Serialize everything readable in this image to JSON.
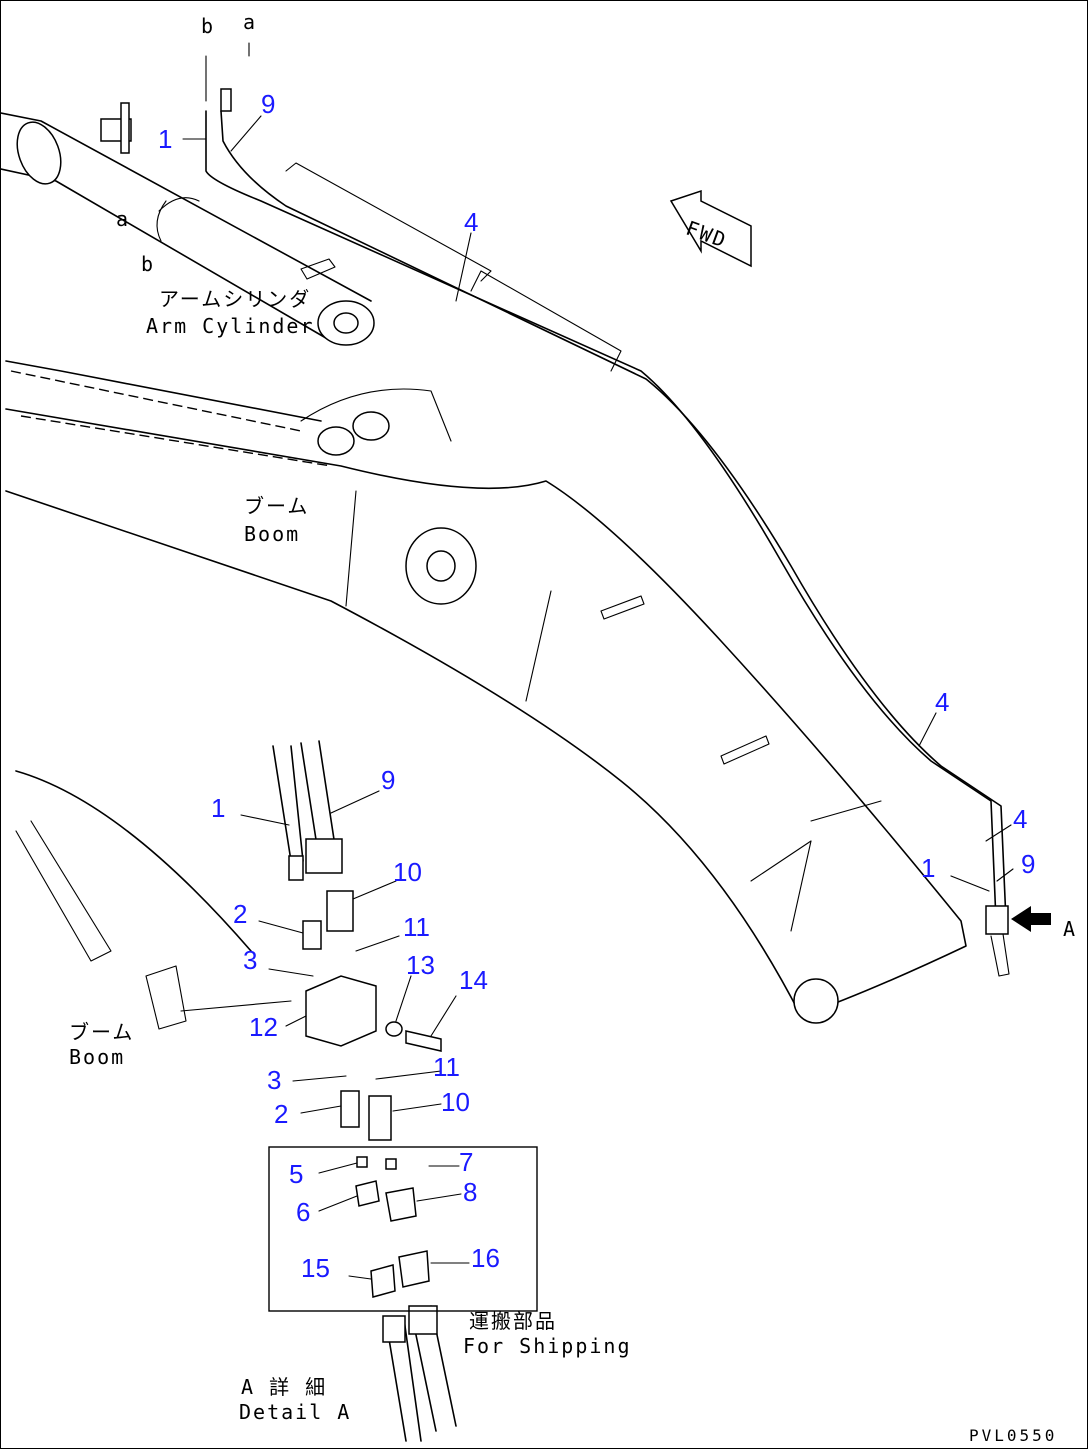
{
  "drawing_code": "PVL0550",
  "letters": {
    "b_top": "b",
    "a_top": "a",
    "a_left": "a",
    "b_left": "b",
    "view_A": "A"
  },
  "labels": {
    "arm_cylinder_jp": "アームシリンダ",
    "arm_cylinder_en": "Arm Cylinder",
    "boom_jp": "ブーム",
    "boom_en": "Boom",
    "boom2_jp": "ブーム",
    "boom2_en": "Boom",
    "shipping_jp": "運搬部品",
    "shipping_en": "For Shipping",
    "detail_jp": "A 詳 細",
    "detail_en": "Detail A",
    "fwd": "FWD"
  },
  "callouts": {
    "c1_top": "1",
    "c9_top": "9",
    "c4_top": "4",
    "c4_mid": "4",
    "c4_low": "4",
    "c1_right": "1",
    "c9_right": "9",
    "d1": "1",
    "d9": "9",
    "d10a": "10",
    "d2a": "2",
    "d11a": "11",
    "d3a": "3",
    "d13": "13",
    "d14": "14",
    "d12": "12",
    "d3b": "3",
    "d11b": "11",
    "d2b": "2",
    "d10b": "10",
    "d5": "5",
    "d7": "7",
    "d6": "6",
    "d8": "8",
    "d15": "15",
    "d16": "16"
  }
}
